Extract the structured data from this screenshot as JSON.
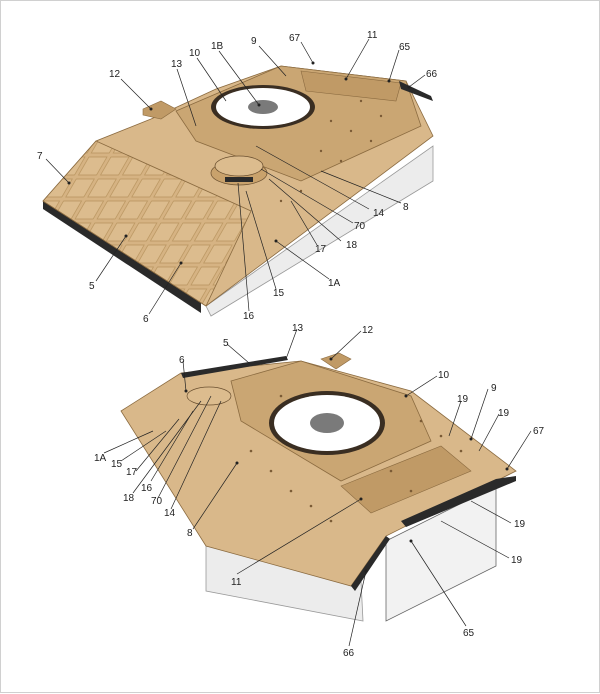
{
  "figure": {
    "top_labels": [
      "12",
      "13",
      "10",
      "1B",
      "9",
      "67",
      "11",
      "65",
      "66",
      "7",
      "8",
      "14",
      "70",
      "18",
      "17",
      "1A",
      "15",
      "16",
      "5",
      "6"
    ],
    "bottom_labels": [
      "6",
      "5",
      "13",
      "12",
      "10",
      "9",
      "19",
      "19",
      "67",
      "1A",
      "15",
      "17",
      "16",
      "18",
      "70",
      "14",
      "8",
      "11",
      "19",
      "19",
      "65",
      "66"
    ],
    "colors": {
      "hull_top": "#d9b88a",
      "hull_mid": "#caa673",
      "hull_dark": "#b48d5a",
      "side_white": "#efefef",
      "track_black": "#2a2a2a"
    }
  }
}
